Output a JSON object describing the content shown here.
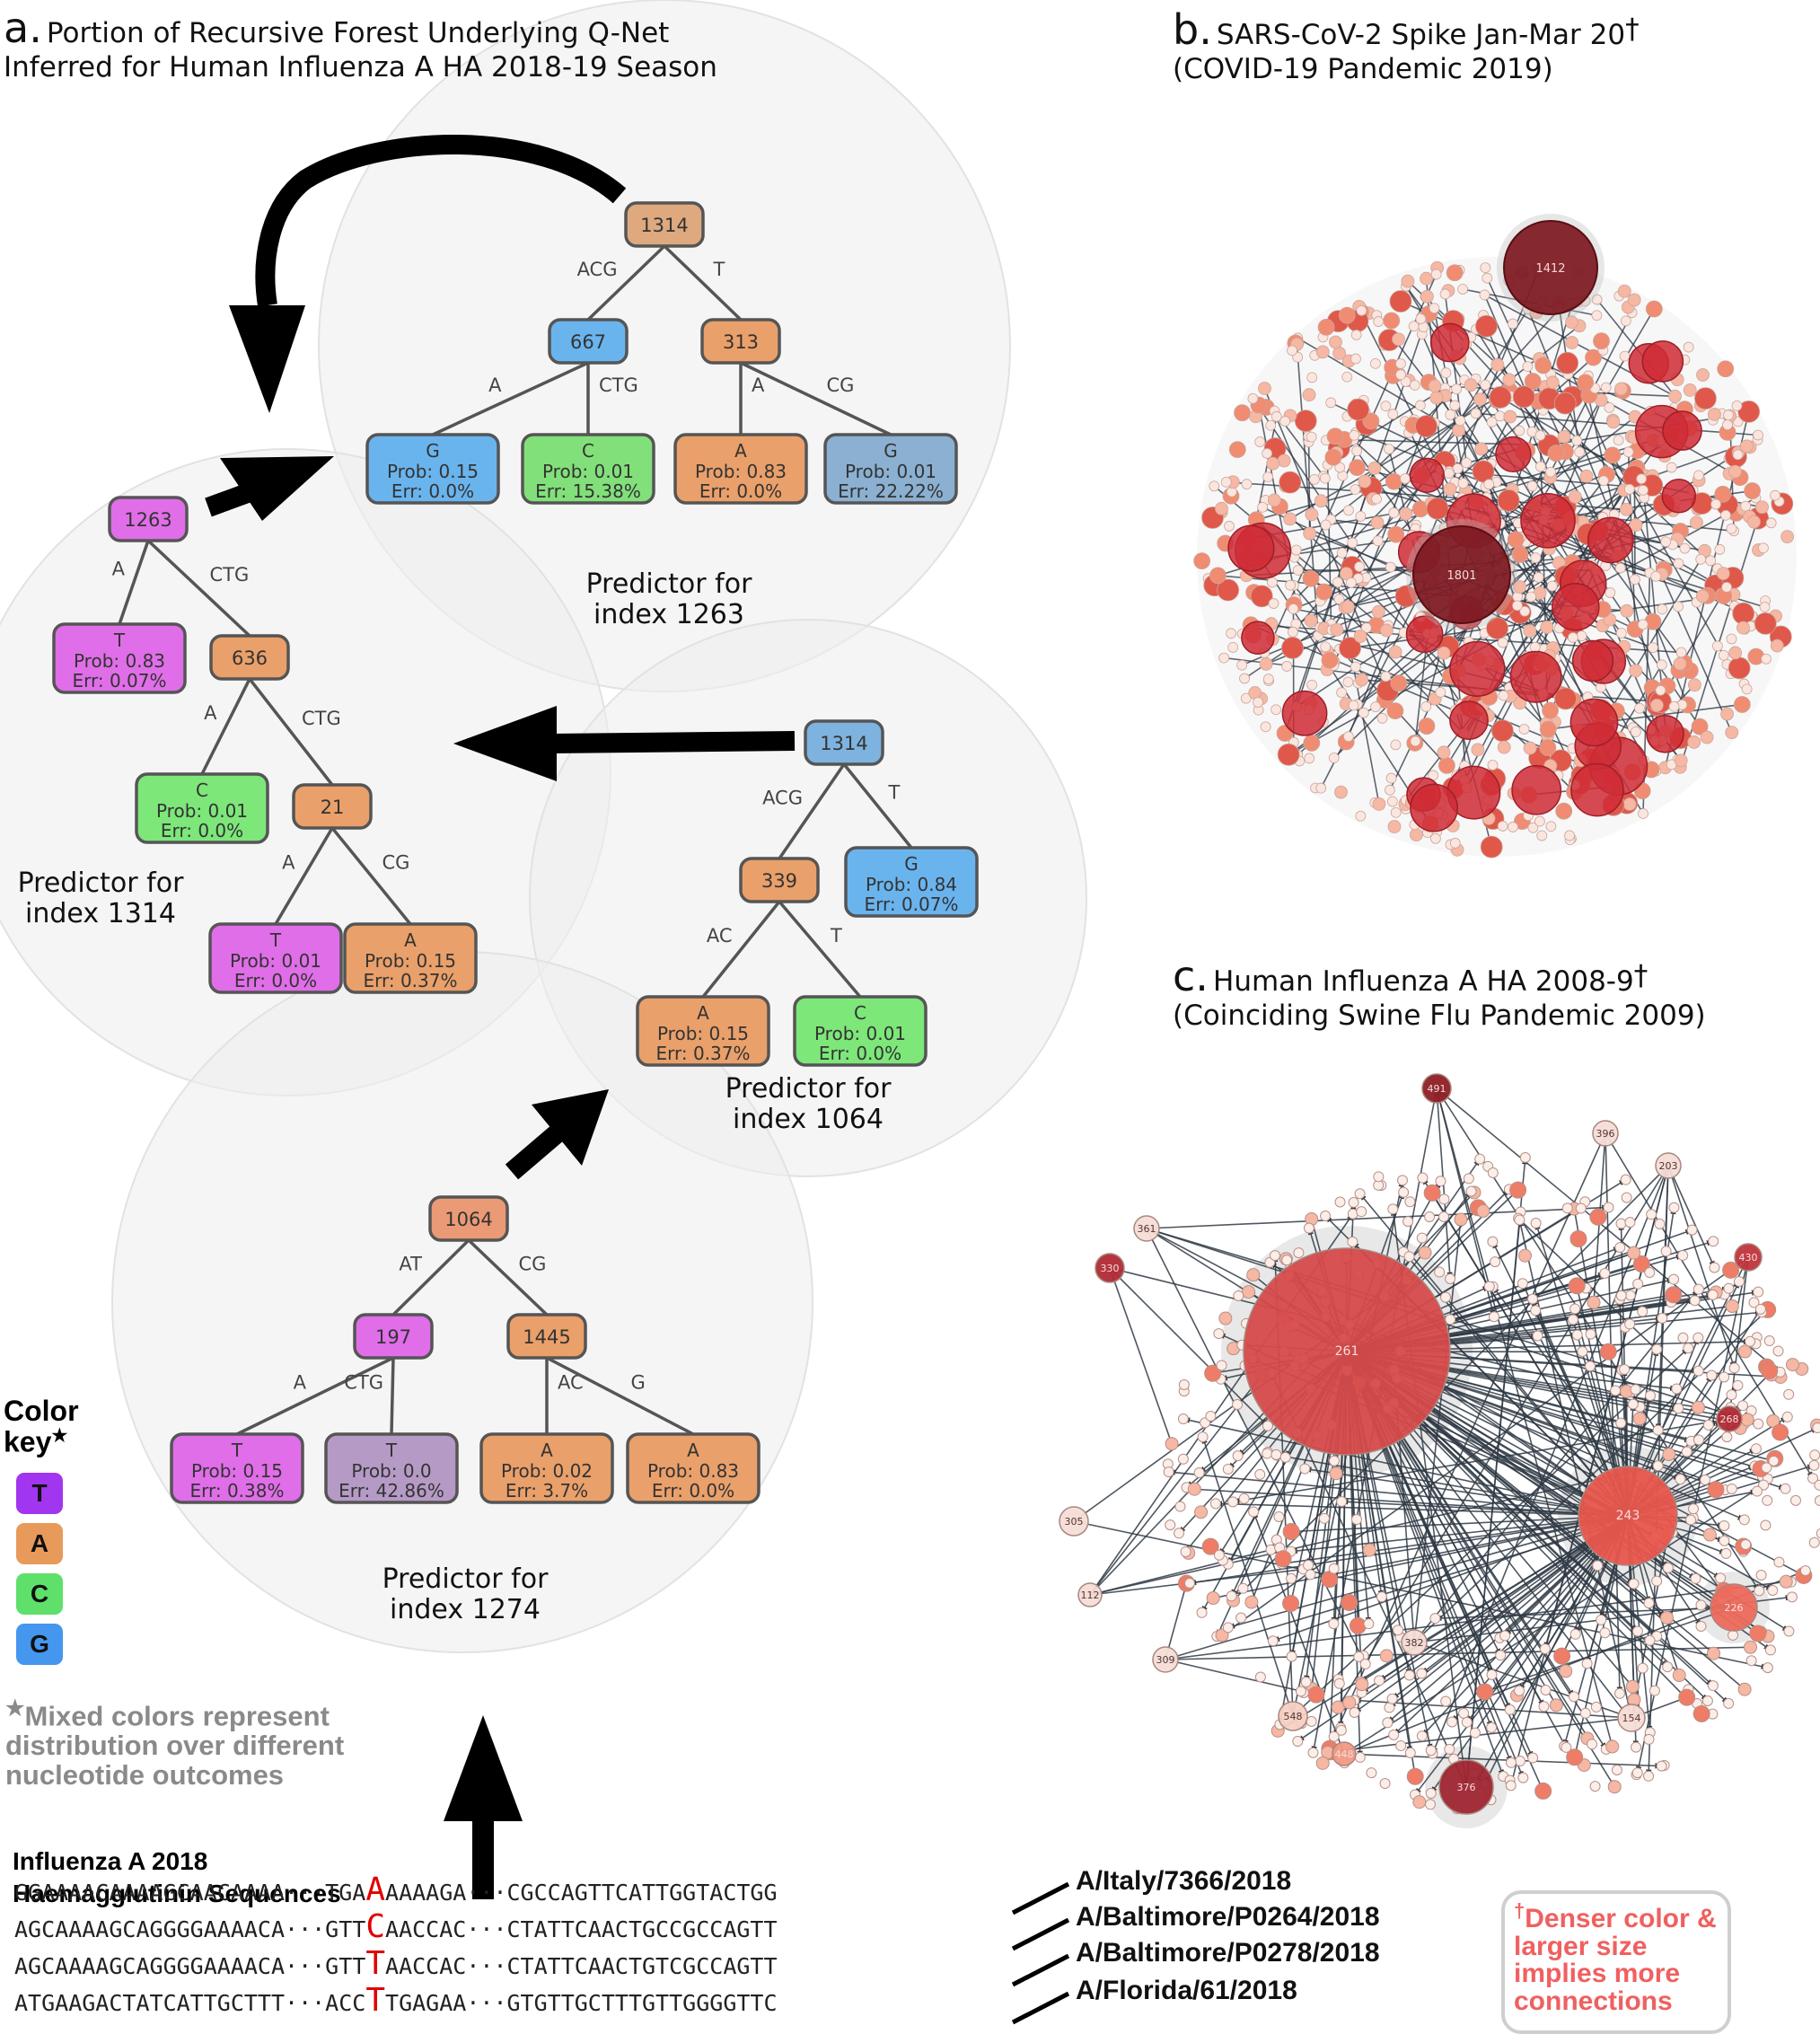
{
  "panel_a": {
    "letter": "a.",
    "title_line1": "Portion of Recursive Forest Underlying Q-Net",
    "title_line2": "Inferred for Human Influenza A HA 2018-19 Season"
  },
  "panel_b": {
    "letter": "b.",
    "title_line1": "SARS-CoV-2 Spike Jan-Mar 20",
    "title_line2": "(COVID-19 Pandemic 2019)",
    "dagger": "†",
    "hub_labels": [
      "1412",
      "1801"
    ]
  },
  "panel_c": {
    "letter": "c.",
    "title_line1": "Human Influenza A HA 2008-9",
    "title_line2": "(Coinciding Swine Flu Pandemic 2009)",
    "dagger": "†",
    "hubs": [
      {
        "label": "261",
        "color": "#d64a4a"
      },
      {
        "label": "243",
        "color": "#e8564d"
      },
      {
        "label": "491",
        "color": "#8e1e24"
      },
      {
        "label": "396",
        "color": "#f6ddd6"
      },
      {
        "label": "203",
        "color": "#f6ddd6"
      },
      {
        "label": "361",
        "color": "#f6ddd6"
      },
      {
        "label": "330",
        "color": "#b02a34"
      },
      {
        "label": "430",
        "color": "#c0343c"
      },
      {
        "label": "268",
        "color": "#b02a34"
      },
      {
        "label": "305",
        "color": "#f6ddd6"
      },
      {
        "label": "112",
        "color": "#f6ddd6"
      },
      {
        "label": "309",
        "color": "#f6ddd6"
      },
      {
        "label": "382",
        "color": "#f6ddd6"
      },
      {
        "label": "226",
        "color": "#ec6a5c"
      },
      {
        "label": "548",
        "color": "#f6d0c4"
      },
      {
        "label": "448",
        "color": "#f19a84"
      },
      {
        "label": "376",
        "color": "#9e2530"
      },
      {
        "label": "154",
        "color": "#f6ddd6"
      }
    ]
  },
  "colors": {
    "T": "#a235f0",
    "A": "#e89a5b",
    "C": "#5ee06b",
    "G": "#4596ee",
    "T_node": "#e06ee8",
    "A_node": "#eaa06a",
    "C_node": "#7de77a",
    "G_node": "#6ab4ee"
  },
  "trees": [
    {
      "id": "tree-1263",
      "caption_line1": "Predictor for",
      "caption_line2": "index 1263",
      "nodes": [
        {
          "id": "n1",
          "kind": "split",
          "text": "1314",
          "color": "#dea97e"
        },
        {
          "id": "n2",
          "kind": "split",
          "text": "667",
          "color": "#6ab4ee"
        },
        {
          "id": "n3",
          "kind": "split",
          "text": "313",
          "color": "#eaa06a"
        },
        {
          "id": "l1",
          "kind": "leaf",
          "base": "G",
          "prob": "Prob: 0.15",
          "err": "Err: 0.0%",
          "color": "#6ab4ee"
        },
        {
          "id": "l2",
          "kind": "leaf",
          "base": "C",
          "prob": "Prob: 0.01",
          "err": "Err: 15.38%",
          "color": "#82e07a"
        },
        {
          "id": "l3",
          "kind": "leaf",
          "base": "A",
          "prob": "Prob: 0.83",
          "err": "Err: 0.0%",
          "color": "#eaa06a"
        },
        {
          "id": "l4",
          "kind": "leaf",
          "base": "G",
          "prob": "Prob: 0.01",
          "err": "Err: 22.22%",
          "color": "#8bb0d2"
        }
      ],
      "edges": [
        {
          "from": "n1",
          "to": "n2",
          "label": "ACG"
        },
        {
          "from": "n1",
          "to": "n3",
          "label": "T"
        },
        {
          "from": "n2",
          "to": "l1",
          "label": "A"
        },
        {
          "from": "n2",
          "to": "l2",
          "label": "CTG"
        },
        {
          "from": "n3",
          "to": "l3",
          "label": "A"
        },
        {
          "from": "n3",
          "to": "l4",
          "label": "CG"
        }
      ]
    },
    {
      "id": "tree-1314",
      "caption_line1": "Predictor for",
      "caption_line2": "index 1314",
      "nodes": [
        {
          "id": "n1",
          "kind": "split",
          "text": "1263",
          "color": "#e06ee8"
        },
        {
          "id": "n2",
          "kind": "split",
          "text": "636",
          "color": "#eaa06a"
        },
        {
          "id": "n3",
          "kind": "split",
          "text": "21",
          "color": "#eaa06a"
        },
        {
          "id": "l1",
          "kind": "leaf",
          "base": "T",
          "prob": "Prob: 0.83",
          "err": "Err: 0.07%",
          "color": "#e06ee8"
        },
        {
          "id": "l2",
          "kind": "leaf",
          "base": "C",
          "prob": "Prob: 0.01",
          "err": "Err: 0.0%",
          "color": "#7de77a"
        },
        {
          "id": "l3",
          "kind": "leaf",
          "base": "T",
          "prob": "Prob: 0.01",
          "err": "Err: 0.0%",
          "color": "#e06ee8"
        },
        {
          "id": "l4",
          "kind": "leaf",
          "base": "A",
          "prob": "Prob: 0.15",
          "err": "Err: 0.37%",
          "color": "#eaa06a"
        }
      ],
      "edges": [
        {
          "from": "n1",
          "to": "l1",
          "label": "A"
        },
        {
          "from": "n1",
          "to": "n2",
          "label": "CTG"
        },
        {
          "from": "n2",
          "to": "l2",
          "label": "A"
        },
        {
          "from": "n2",
          "to": "n3",
          "label": "CTG"
        },
        {
          "from": "n3",
          "to": "l3",
          "label": "A"
        },
        {
          "from": "n3",
          "to": "l4",
          "label": "CG"
        }
      ]
    },
    {
      "id": "tree-1064",
      "caption_line1": "Predictor for",
      "caption_line2": "index 1064",
      "nodes": [
        {
          "id": "n1",
          "kind": "split",
          "text": "1314",
          "color": "#7eb3e0"
        },
        {
          "id": "n2",
          "kind": "split",
          "text": "339",
          "color": "#eaa06a"
        },
        {
          "id": "l1",
          "kind": "leaf",
          "base": "G",
          "prob": "Prob: 0.84",
          "err": "Err: 0.07%",
          "color": "#6ab4ee"
        },
        {
          "id": "l2",
          "kind": "leaf",
          "base": "A",
          "prob": "Prob: 0.15",
          "err": "Err: 0.37%",
          "color": "#eaa06a"
        },
        {
          "id": "l3",
          "kind": "leaf",
          "base": "C",
          "prob": "Prob: 0.01",
          "err": "Err: 0.0%",
          "color": "#7de77a"
        }
      ],
      "edges": [
        {
          "from": "n1",
          "to": "n2",
          "label": "ACG"
        },
        {
          "from": "n1",
          "to": "l1",
          "label": "T"
        },
        {
          "from": "n2",
          "to": "l2",
          "label": "AC"
        },
        {
          "from": "n2",
          "to": "l3",
          "label": "T"
        }
      ]
    },
    {
      "id": "tree-1274",
      "caption_line1": "Predictor for",
      "caption_line2": "index 1274",
      "nodes": [
        {
          "id": "n1",
          "kind": "split",
          "text": "1064",
          "color": "#eb9a76"
        },
        {
          "id": "n2",
          "kind": "split",
          "text": "197",
          "color": "#e06ee8"
        },
        {
          "id": "n3",
          "kind": "split",
          "text": "1445",
          "color": "#eaa06a"
        },
        {
          "id": "l1",
          "kind": "leaf",
          "base": "T",
          "prob": "Prob: 0.15",
          "err": "Err: 0.38%",
          "color": "#e06ee8"
        },
        {
          "id": "l2",
          "kind": "leaf",
          "base": "T",
          "prob": "Prob: 0.0",
          "err": "Err: 42.86%",
          "color": "#b69ac6"
        },
        {
          "id": "l3",
          "kind": "leaf",
          "base": "A",
          "prob": "Prob: 0.02",
          "err": "Err: 3.7%",
          "color": "#eaa06a"
        },
        {
          "id": "l4",
          "kind": "leaf",
          "base": "A",
          "prob": "Prob: 0.83",
          "err": "Err: 0.0%",
          "color": "#eaa06a"
        }
      ],
      "edges": [
        {
          "from": "n1",
          "to": "n2",
          "label": "AT"
        },
        {
          "from": "n1",
          "to": "n3",
          "label": "CG"
        },
        {
          "from": "n2",
          "to": "l1",
          "label": "A"
        },
        {
          "from": "n2",
          "to": "l2",
          "label": "CTG"
        },
        {
          "from": "n3",
          "to": "l3",
          "label": "AC"
        },
        {
          "from": "n3",
          "to": "l4",
          "label": "G"
        }
      ]
    }
  ],
  "color_key": {
    "title_line1": "Color",
    "title_line2": "key",
    "star": "★",
    "items": [
      {
        "base": "T",
        "color": "#a235f0"
      },
      {
        "base": "A",
        "color": "#e89a5b"
      },
      {
        "base": "C",
        "color": "#5ee06b"
      },
      {
        "base": "G",
        "color": "#4596ee"
      }
    ],
    "mixed_note": "Mixed colors represent distribution over different nucleotide outcomes"
  },
  "sequences": {
    "header_line1": "Influenza A 2018",
    "header_line2": "Haemagglutinin Sequences",
    "rows": [
      {
        "pre": "GGAAAACAAAAGCAACAAAA···TGA",
        "hl": "A",
        "post": "AAAAGA···CGCCAGTTCATTGGTACTGG",
        "strain": "A/Italy/7366/2018"
      },
      {
        "pre": "AGCAAAAGCAGGGGAAAACA···GTT",
        "hl": "C",
        "post": "AACCAC···CTATTCAACTGCCGCCAGTT",
        "strain": "A/Baltimore/P0264/2018"
      },
      {
        "pre": "AGCAAAAGCAGGGGAAAACA···GTT",
        "hl": "T",
        "post": "AACCAC···CTATTCAACTGTCGCCAGTT",
        "strain": "A/Baltimore/P0278/2018"
      },
      {
        "pre": "ATGAAGACTATCATTGCTTT···ACC",
        "hl": "T",
        "post": "TGAGAA···GTGTTGCTTTGTTGGGGTTC",
        "strain": "A/Florida/61/2018"
      }
    ]
  },
  "density_note": {
    "dagger": "†",
    "text": "Denser color & larger size implies more connections"
  }
}
